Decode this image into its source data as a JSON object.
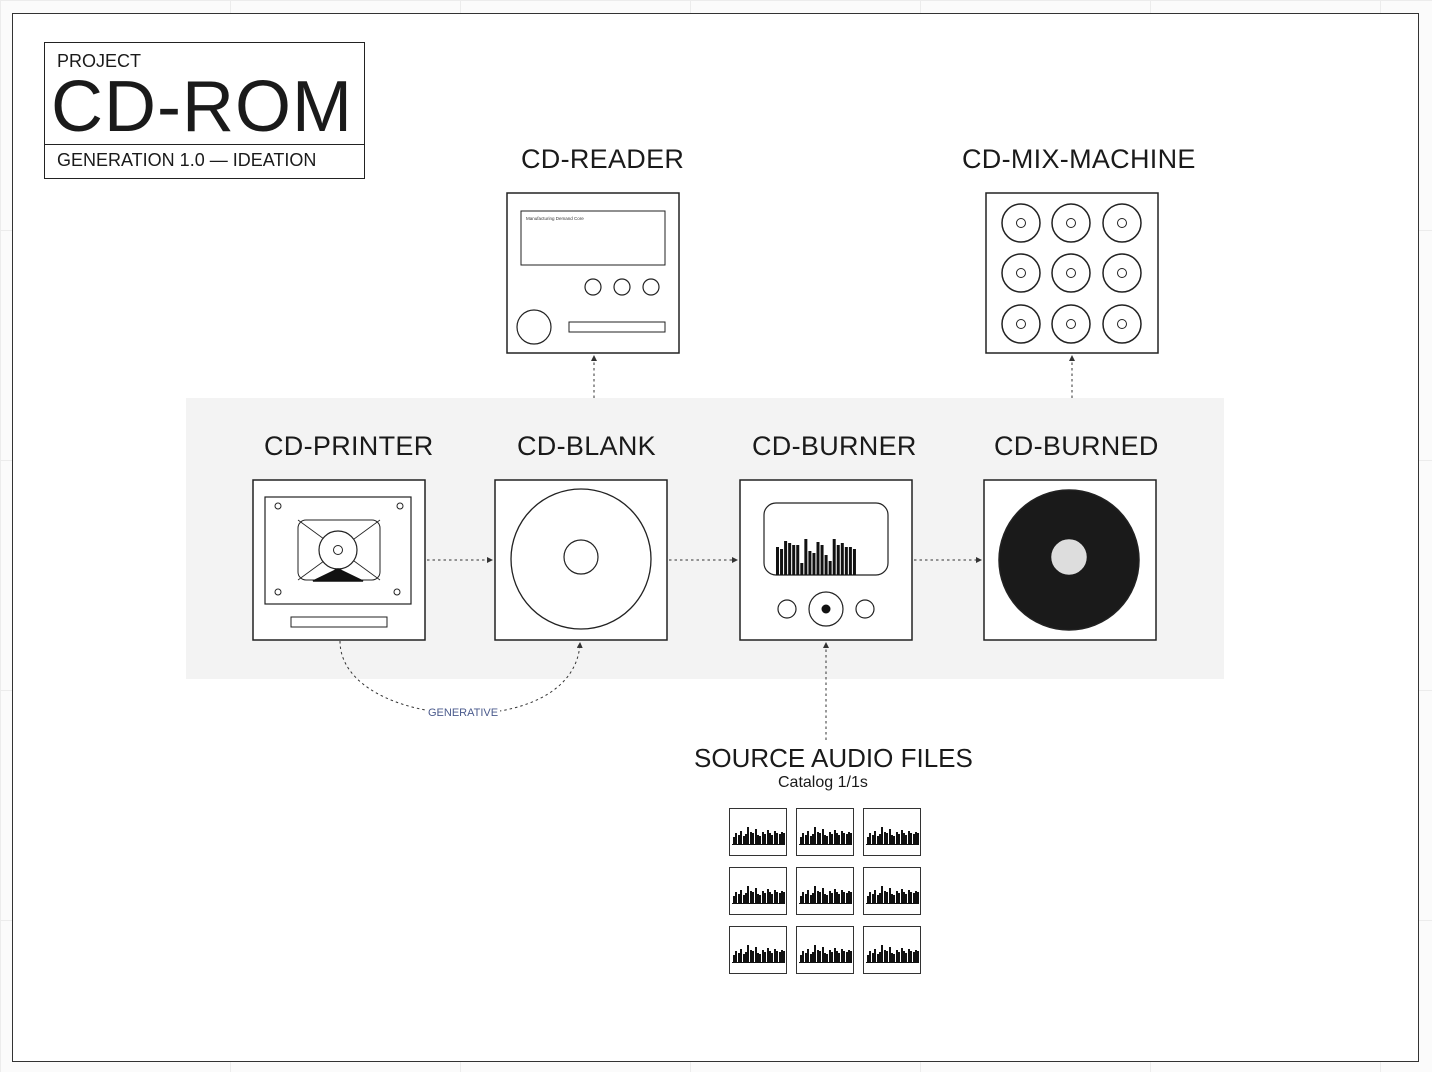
{
  "title_block": {
    "kicker": "PROJECT",
    "title": "CD-ROM",
    "subtitle": "GENERATION 1.0 — IDEATION"
  },
  "devices": {
    "reader": {
      "label": "CD-READER",
      "screen_text": "Manufacturing Demand Core"
    },
    "mix_machine": {
      "label": "CD-MIX-MACHINE"
    },
    "printer": {
      "label": "CD-PRINTER"
    },
    "blank": {
      "label": "CD-BLANK"
    },
    "burner": {
      "label": "CD-BURNER"
    },
    "burned": {
      "label": "CD-BURNED"
    }
  },
  "connectors": {
    "generative_label": "GENERATIVE"
  },
  "source": {
    "title": "SOURCE AUDIO FILES",
    "subtitle": "Catalog 1/1s",
    "tile_count": 9
  },
  "colors": {
    "stroke": "#222222",
    "band": "#f3f3f3",
    "generative_text": "#4a5a8c",
    "burned_disc": "#1a1a1a",
    "burned_hub": "#dddddd"
  }
}
